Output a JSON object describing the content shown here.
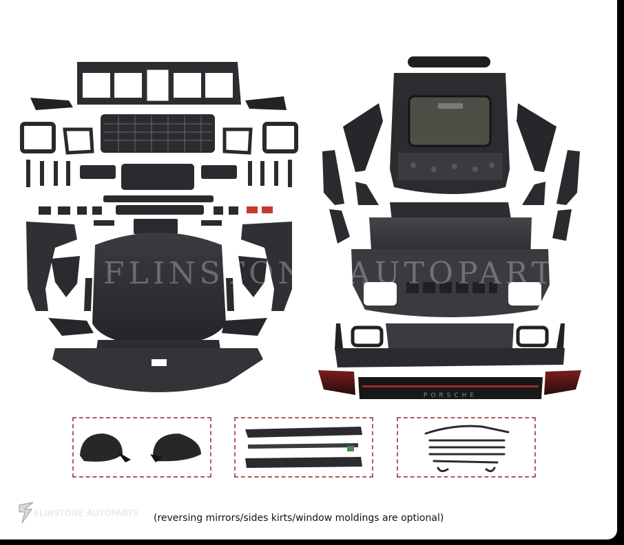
{
  "watermark": {
    "text": "FLINSTONE AUTOPARTS"
  },
  "logo": {
    "text": "FLINSTONE AUTOPARTS"
  },
  "caption": {
    "text": "(reversing mirrors/sides kirts/window moldings are optional)"
  },
  "bumper_lettering": {
    "text": "PORSCHE"
  },
  "colors": {
    "background": "#ffffff",
    "parts": "#2f3033",
    "parts_dark": "#1c1d1f",
    "box_border": "#b05a5a",
    "tail_light": "#5a1414",
    "glass": "#4b4f46"
  }
}
